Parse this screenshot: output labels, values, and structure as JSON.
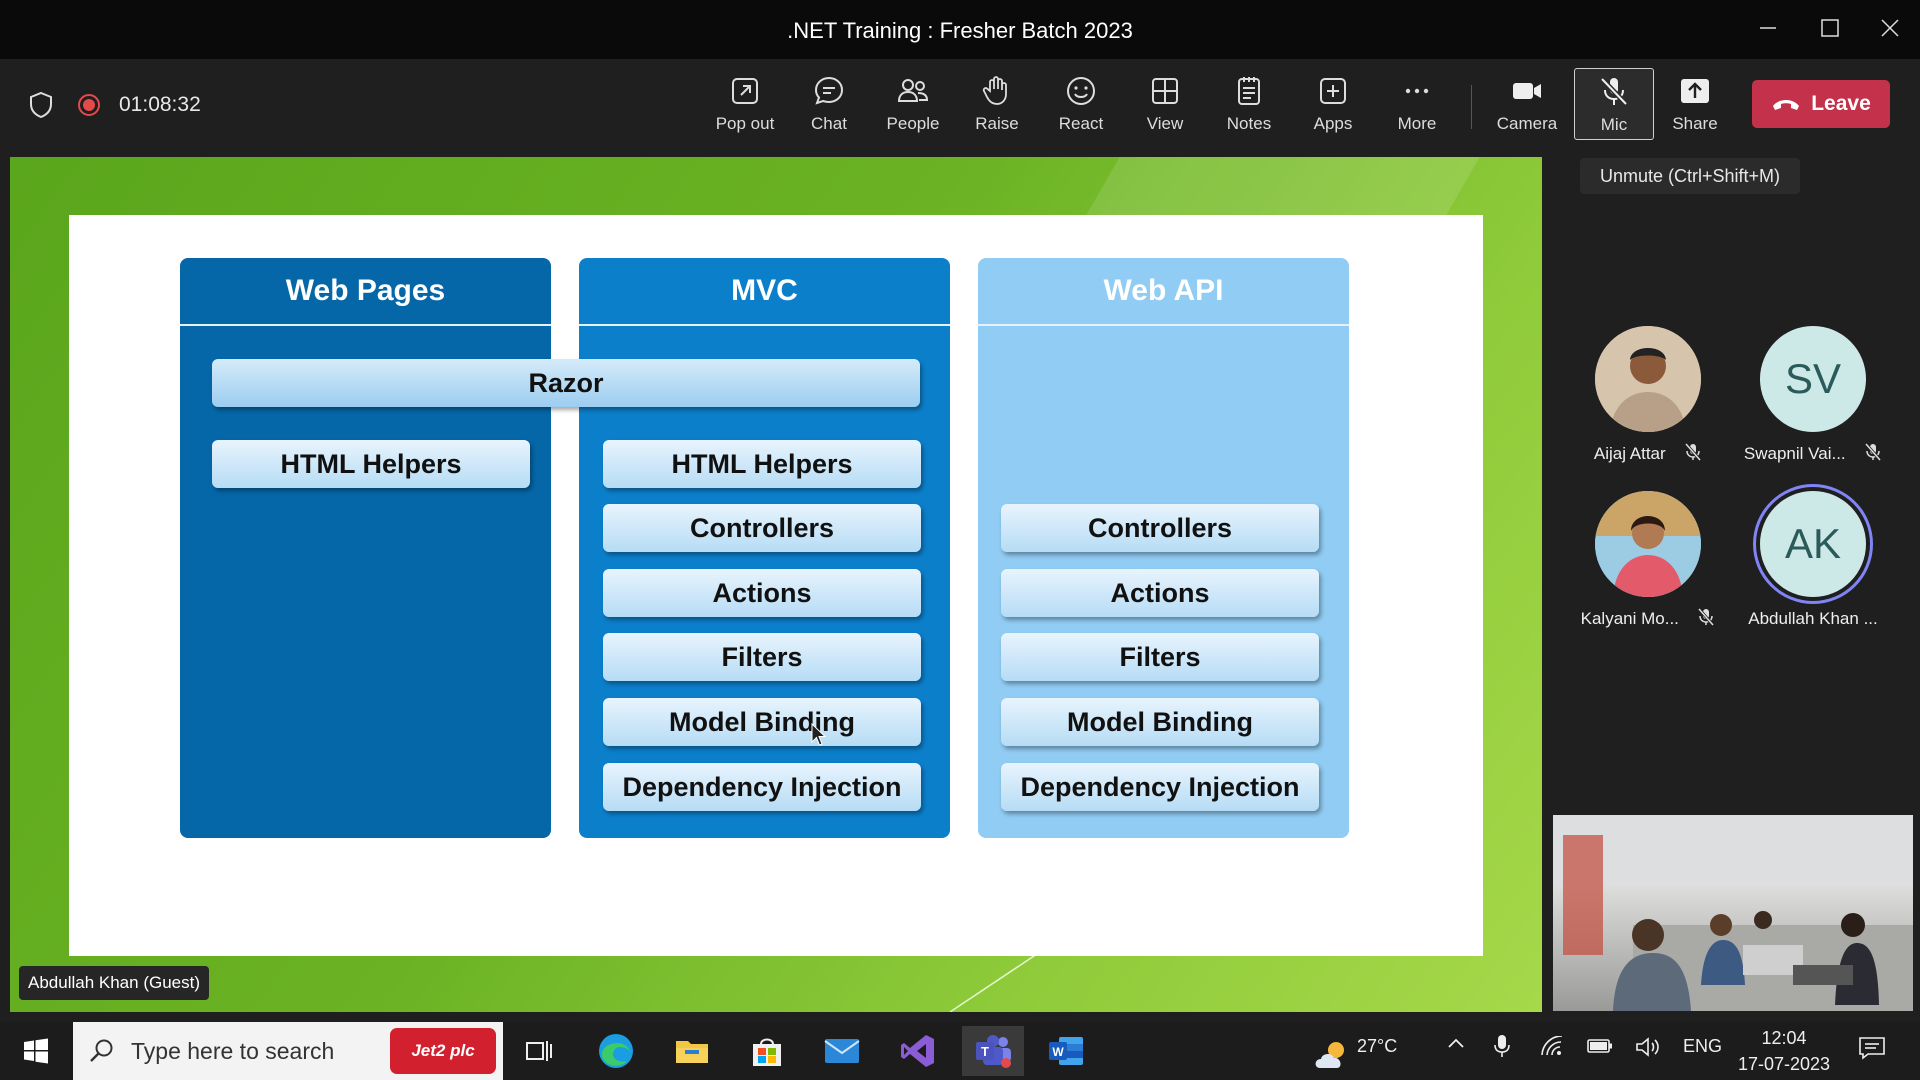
{
  "window": {
    "title": ".NET Training : Fresher Batch 2023"
  },
  "meeting": {
    "timer": "01:08:32"
  },
  "toolbar": {
    "popout": "Pop out",
    "chat": "Chat",
    "people": "People",
    "raise": "Raise",
    "react": "React",
    "view": "View",
    "notes": "Notes",
    "apps": "Apps",
    "more": "More",
    "camera": "Camera",
    "mic": "Mic",
    "share": "Share",
    "leave": "Leave"
  },
  "tooltip": "Unmute (Ctrl+Shift+M)",
  "slide": {
    "columns": [
      {
        "title": "Web Pages"
      },
      {
        "title": "MVC"
      },
      {
        "title": "Web API"
      }
    ],
    "razor": "Razor",
    "webpages_items": [
      "HTML Helpers"
    ],
    "mvc_items": [
      "HTML Helpers",
      "Controllers",
      "Actions",
      "Filters",
      "Model Binding",
      "Dependency Injection"
    ],
    "webapi_items": [
      "Controllers",
      "Actions",
      "Filters",
      "Model Binding",
      "Dependency Injection"
    ]
  },
  "presenter": "Abdullah Khan (Guest)",
  "participants": [
    {
      "name": "Aijaj Attar",
      "initials": "",
      "muted": true
    },
    {
      "name": "Swapnil Vai...",
      "initials": "SV",
      "muted": true
    },
    {
      "name": "Kalyani Mo...",
      "initials": "",
      "muted": true
    },
    {
      "name": "Abdullah Khan ...",
      "initials": "AK",
      "muted": false
    }
  ],
  "taskbar": {
    "search_placeholder": "Type here to search",
    "jet2": "Jet2 plc",
    "weather": "27°C",
    "lang": "ENG",
    "time": "12:04",
    "date": "17-07-2023"
  },
  "colors": {
    "leave": "#c4314b",
    "recording": "#e34a4a",
    "webpages": "#0567a8",
    "mvc": "#0c7fcb",
    "webapi": "#90ccf3"
  }
}
